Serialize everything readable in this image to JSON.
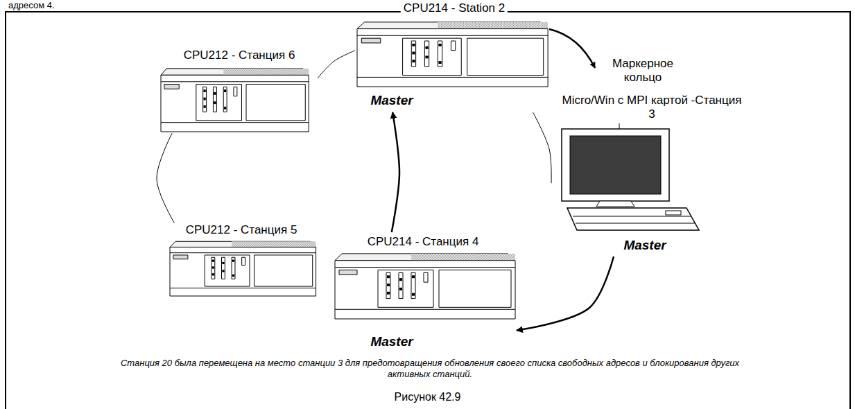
{
  "diagram": {
    "caption": "Рисунок 42.9",
    "nodes": [
      {
        "text": [
          "CPU214 - Station 2",
          "Master"
        ]
      },
      {
        "text": [
          "CPU212 - Станция 6"
        ]
      },
      {
        "text": [
          "CPU212 - Станция 5"
        ]
      },
      {
        "text": [
          "CPU214 - Станция 4",
          "Master"
        ]
      },
      {
        "text": [
          "Micro/Win с MPI картой -Станция 3",
          "Master"
        ]
      }
    ],
    "edges": [
      {
        "from": 0,
        "to": 1,
        "arrow": "none"
      },
      {
        "from": 1,
        "to": 2,
        "arrow": "none"
      },
      {
        "from": 3,
        "to": 0,
        "arrow": "to"
      },
      {
        "from": 0,
        "to": 4,
        "arrow": "none"
      },
      {
        "from": 4,
        "to": 3,
        "arrow": "to"
      }
    ],
    "labels": [
      "адресом 4.",
      "Маркерное кольцо",
      "Станция 20 была перемещена на место станции 3 для предотовращения обновления своего списка свободных адресов и блокирования других активных станций."
    ]
  }
}
